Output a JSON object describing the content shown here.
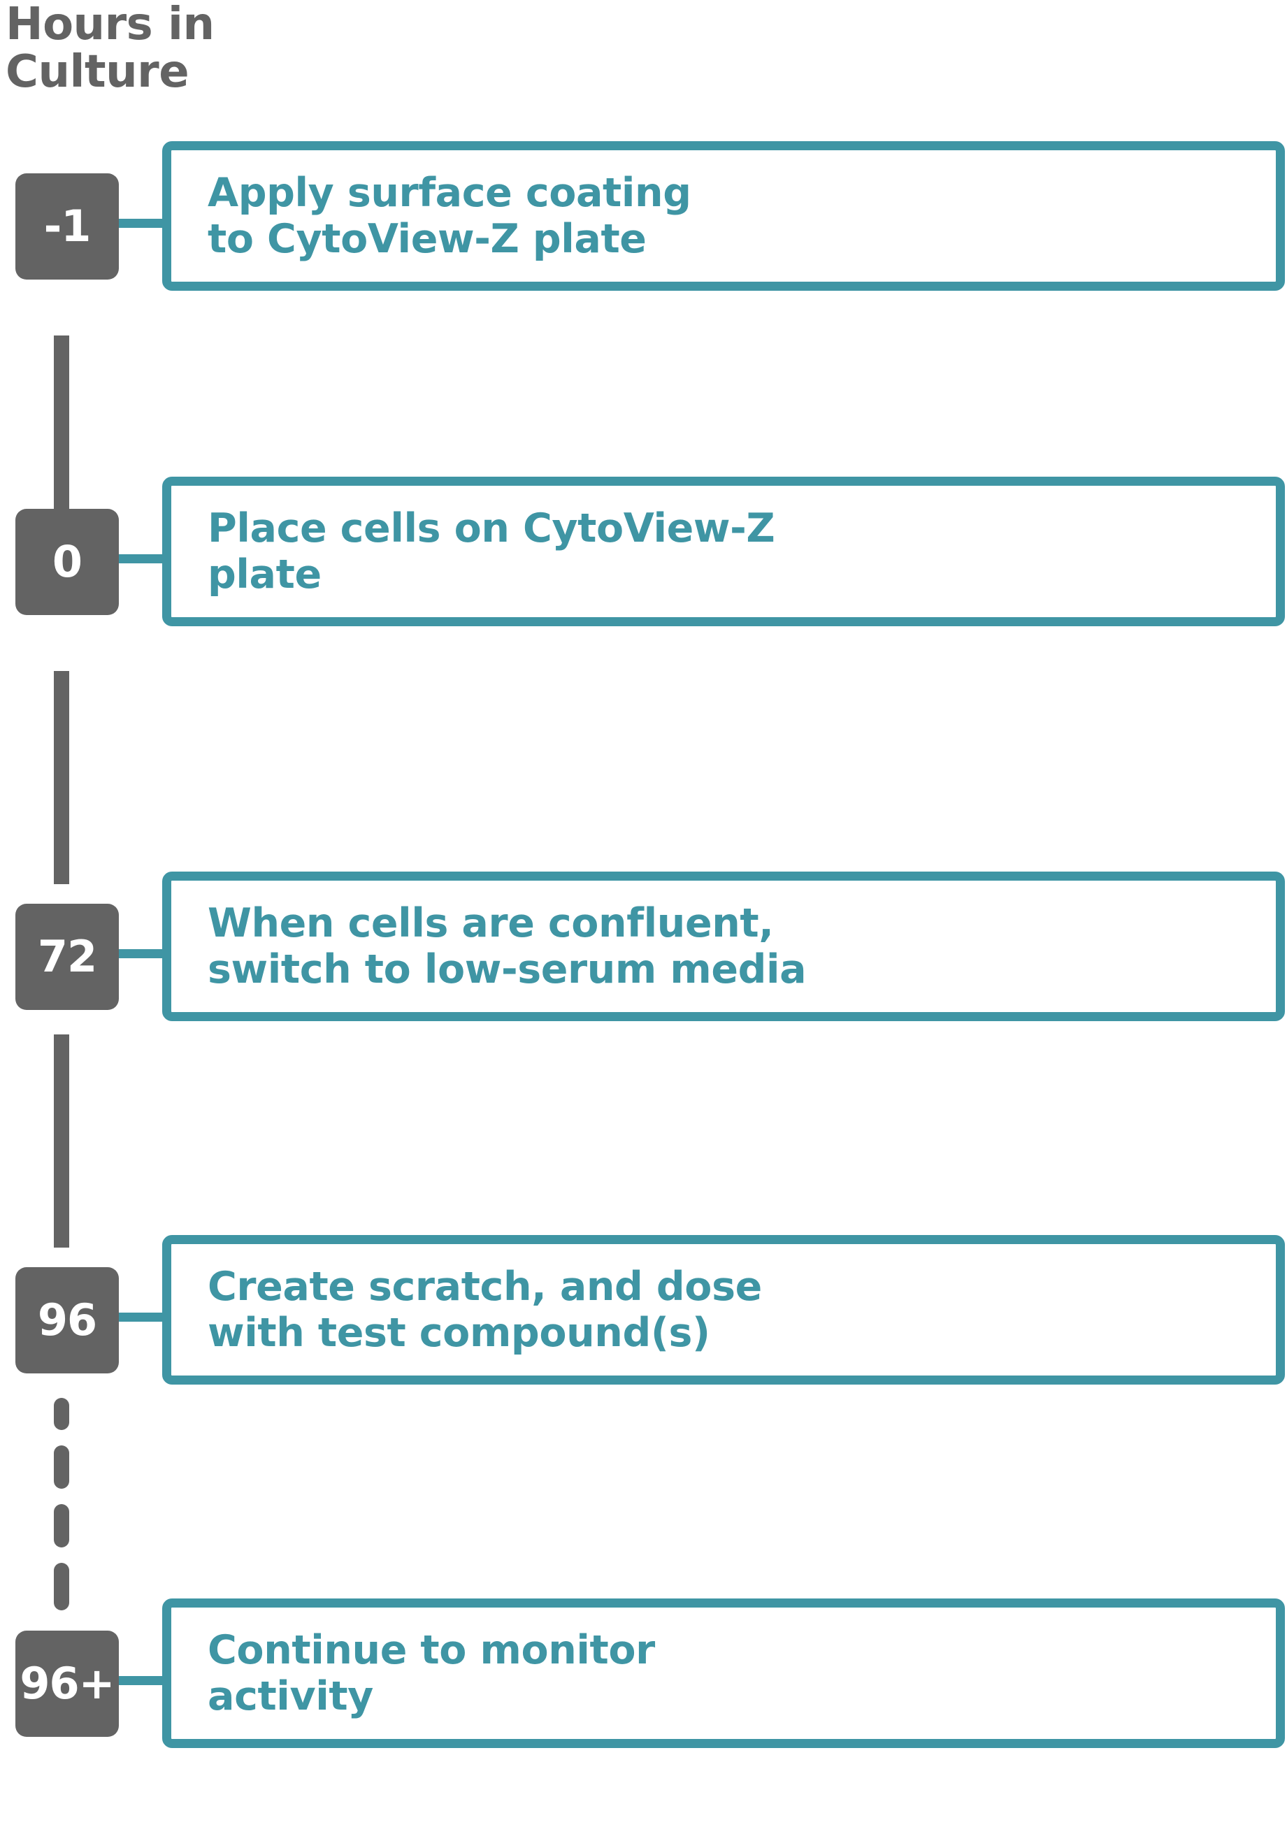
{
  "header": {
    "title": "Hours in\nCulture"
  },
  "colors": {
    "accent_teal": "#3F95A4",
    "node_gray": "#636363",
    "text_white": "#FFFFFF",
    "background": "#FFFFFF"
  },
  "timeline": {
    "axis_label": "Hours in Culture",
    "steps": [
      {
        "time": "-1",
        "text": "Apply surface coating\nto CytoView-Z plate",
        "connector": "solid"
      },
      {
        "time": "0",
        "text": "Place cells on CytoView-Z\nplate",
        "connector": "solid"
      },
      {
        "time": "72",
        "text": "When cells are confluent,\nswitch to low-serum media",
        "connector": "solid"
      },
      {
        "time": "96",
        "text": "Create scratch, and dose\nwith test compound(s)",
        "connector": "dashed"
      },
      {
        "time": "96+",
        "text": "Continue to monitor\nactivity",
        "connector": "none"
      }
    ]
  }
}
